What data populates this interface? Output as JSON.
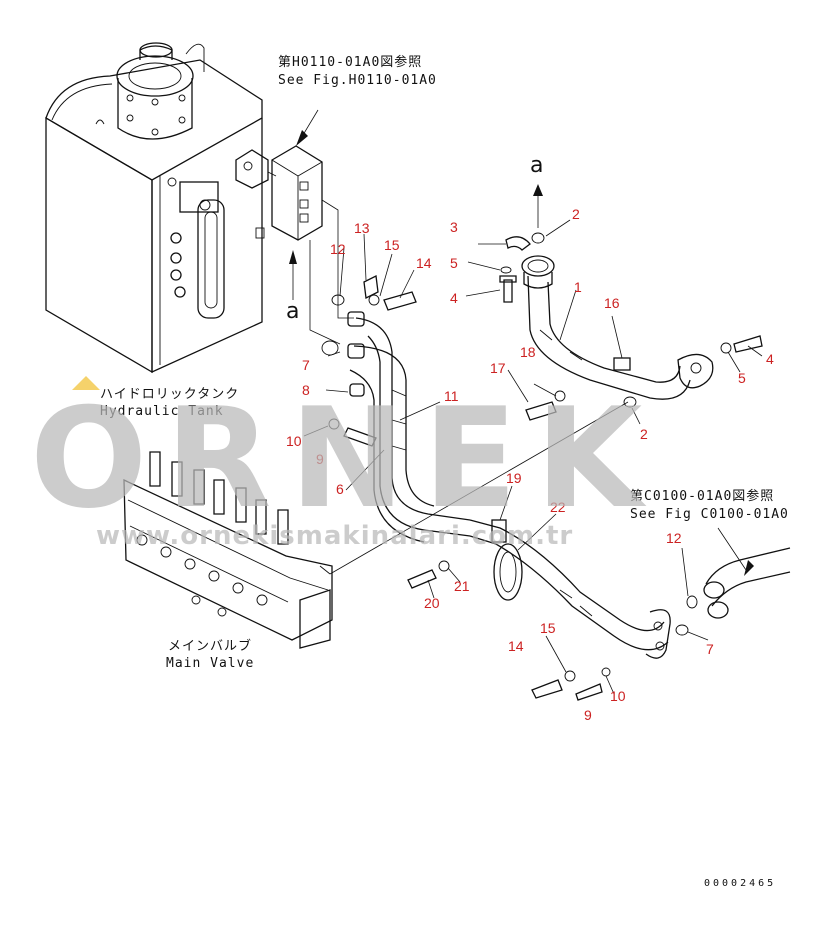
{
  "references": {
    "top": {
      "jp": "第H0110-01A0図参照",
      "en": "See Fig.H0110-01A0"
    },
    "right": {
      "jp": "第C0100-01A0図参照",
      "en": "See Fig C0100-01A0"
    }
  },
  "labels": {
    "tank_jp": "ハイドロリックタンク",
    "tank_en": "Hydraulic Tank",
    "valve_jp": "メインバルブ",
    "valve_en": "Main Valve",
    "view_marker": "a"
  },
  "watermark": {
    "brand": "ORNEK",
    "url": "www.ornekismakinalari.com.tr",
    "color": "#b9b9b9"
  },
  "part_numbers": [
    "1",
    "2",
    "3",
    "4",
    "5",
    "6",
    "7",
    "8",
    "9",
    "10",
    "11",
    "12",
    "13",
    "14",
    "15",
    "16",
    "17",
    "18",
    "19",
    "20",
    "21",
    "22"
  ],
  "callouts": [
    {
      "num": "1"
    },
    {
      "num": "2"
    },
    {
      "num": "2"
    },
    {
      "num": "3"
    },
    {
      "num": "4"
    },
    {
      "num": "4"
    },
    {
      "num": "5"
    },
    {
      "num": "5"
    },
    {
      "num": "6"
    },
    {
      "num": "7"
    },
    {
      "num": "7"
    },
    {
      "num": "8"
    },
    {
      "num": "9"
    },
    {
      "num": "9"
    },
    {
      "num": "10"
    },
    {
      "num": "10"
    },
    {
      "num": "11"
    },
    {
      "num": "12"
    },
    {
      "num": "12"
    },
    {
      "num": "13"
    },
    {
      "num": "14"
    },
    {
      "num": "14"
    },
    {
      "num": "15"
    },
    {
      "num": "15"
    },
    {
      "num": "16"
    },
    {
      "num": "17"
    },
    {
      "num": "18"
    },
    {
      "num": "19"
    },
    {
      "num": "20"
    },
    {
      "num": "21"
    },
    {
      "num": "22"
    }
  ],
  "callout_color": "#cc2222",
  "drawing_code": "00002465"
}
